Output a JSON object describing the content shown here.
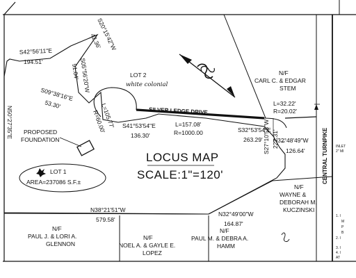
{
  "map": {
    "title": "LOCUS MAP",
    "scale": "SCALE:1\"=120'",
    "lot2": {
      "label": "LOT 2",
      "note": "white colonial"
    },
    "lot1": {
      "label": "LOT 1",
      "area": "AREA=237086 S.F.±"
    },
    "proposed_foundation": [
      "PROPOSED",
      "FOUNDATION"
    ],
    "roads": {
      "silver_ledge": "SILVER LEDGE DRIVE",
      "central_turnpike": "CENTRAL TURNPIKE"
    },
    "abutters": {
      "stem": [
        "N/F",
        "CARL C. & EDGAR",
        "STEM"
      ],
      "kuczinski": [
        "N/F",
        "WAYNE &",
        "DEBORAH M.",
        "KUCZINSKI"
      ],
      "glennon": [
        "N/F",
        "PAUL J. & LORI A.",
        "GLENNON"
      ],
      "lopez": [
        "N/F",
        "NOEL A. & GAYLE E.",
        "LOPEZ"
      ],
      "hamm": [
        "N/F",
        "PAUL M. & DEBRA A.",
        "HAMM"
      ]
    },
    "courses": {
      "c1_bearing": "S42°56'11\"E",
      "c1_dist": "194.51'",
      "c2": "S20°15'42\"W",
      "c2_dist": "42.36'",
      "c3": "S05°56'20\"W",
      "c3_dist": "91.04'",
      "c4_bearing": "S09°38'16\"E",
      "c4_dist": "53.30'",
      "c5": "N50°27'35\"E",
      "c6": "L=105.77'",
      "c6b": "R=60.00'",
      "c7_bearing": "S41°53'54\"E",
      "c7_dist": "136.30'",
      "c8_l": "L=157.08'",
      "c8_r": "R=1000.00",
      "c9_bearing": "S32°53'54\"E",
      "c9_dist": "263.29'",
      "c10_l": "L=32.22'",
      "c10_r": "R=20.02'",
      "c11_bearing": "N32°48'49\"W",
      "c11_dist": "126.64'",
      "c12": "S27°10'58\"W",
      "c12_dist": "227.31'",
      "c13_bearing": "N38°21'51\"W",
      "c13_dist": "579.58'",
      "c14_bearing": "N32°49'00\"W",
      "c14_dist": "164.87'"
    },
    "margin_right": {
      "inlet": "INLET",
      "inlet_sub": "2\" MI",
      "n1": "1. I",
      "n1b": "M",
      "n1c": "P",
      "n1d": "B",
      "n2": "2. I",
      "n3": "3. I",
      "n4": "4. I",
      "n5": "AT"
    }
  }
}
